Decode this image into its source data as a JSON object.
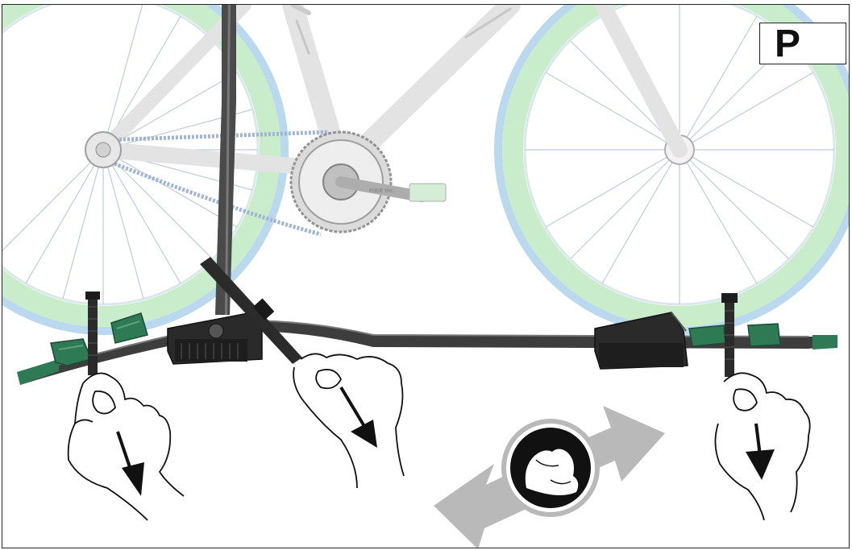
{
  "step_label": "P",
  "crank_text": "FIXIE Inc.",
  "icons": [
    "bicycle-illustration",
    "roof-rack-bar",
    "strap-hand",
    "bidirectional-arrow",
    "strength-icon"
  ],
  "colors": {
    "tire_green": "#c7ecc9",
    "rim_blue": "#b7d6ee",
    "rack_green": "#2e7a55",
    "rack_dark": "#2b2b2b",
    "arrow_gray": "#b9b9b9",
    "frame_border": "#222222"
  }
}
